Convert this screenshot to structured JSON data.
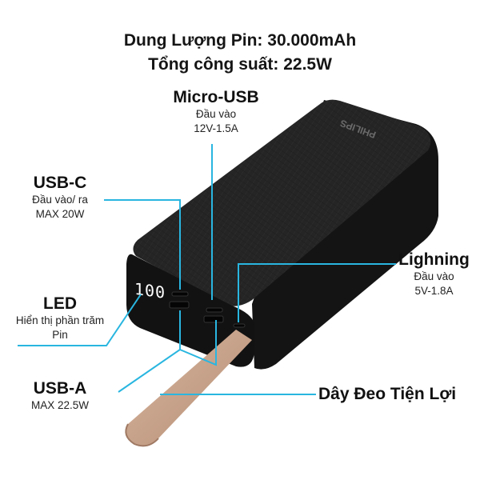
{
  "header": {
    "capacity": "Dung Lượng Pin: 30.000mAh",
    "power": "Tổng công suất: 22.5W"
  },
  "product": {
    "brand": "PHILIPS",
    "led_display": "100",
    "body_color": "#1a1a1a",
    "strap_color": "#c9a28a",
    "callout_line_color": "#29b6e0"
  },
  "callouts": {
    "micro_usb": {
      "title": "Micro-USB",
      "line1": "Đầu vào",
      "line2": "12V-1.5A"
    },
    "usb_c": {
      "title": "USB-C",
      "line1": "Đầu vào/ ra",
      "line2": "MAX 20W"
    },
    "led": {
      "title": "LED",
      "line1": "Hiển thị phần trăm",
      "line2": "Pin"
    },
    "usb_a": {
      "title": "USB-A",
      "line1": "MAX 22.5W"
    },
    "lightning": {
      "title": "Lighning",
      "line1": "Đầu vào",
      "line2": "5V-1.8A"
    },
    "strap": {
      "title": "Dây Đeo Tiện Lợi"
    }
  }
}
